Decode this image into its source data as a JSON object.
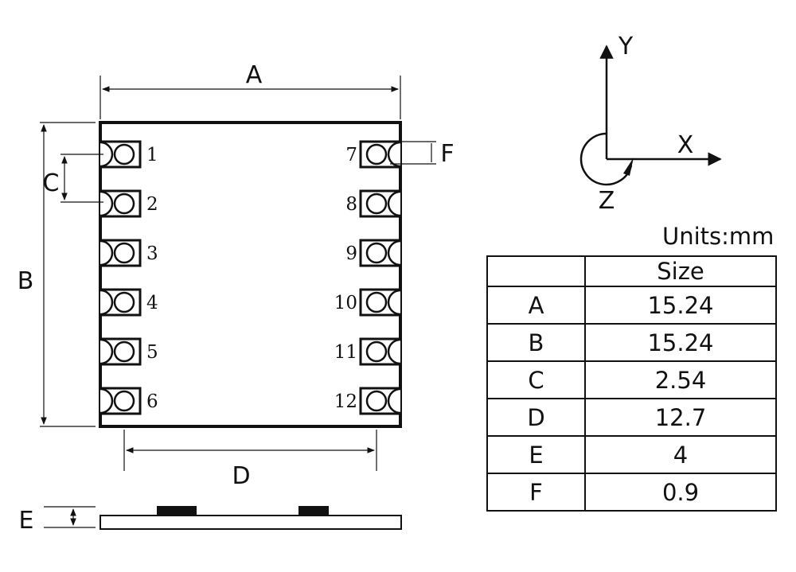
{
  "dimension_labels": {
    "A": "A",
    "B": "B",
    "C": "C",
    "D": "D",
    "E": "E",
    "F": "F"
  },
  "pins": {
    "left": [
      "1",
      "2",
      "3",
      "4",
      "5",
      "6"
    ],
    "right": [
      "7",
      "8",
      "9",
      "10",
      "11",
      "12"
    ]
  },
  "axes": {
    "x": "X",
    "y": "Y",
    "z": "Z"
  },
  "units": "Units:mm",
  "table": {
    "header": [
      "",
      "Size"
    ],
    "rows": [
      {
        "label": "A",
        "value": "15.24"
      },
      {
        "label": "B",
        "value": "15.24"
      },
      {
        "label": "C",
        "value": "2.54"
      },
      {
        "label": "D",
        "value": "12.7"
      },
      {
        "label": "E",
        "value": "4"
      },
      {
        "label": "F",
        "value": "0.9"
      }
    ]
  }
}
